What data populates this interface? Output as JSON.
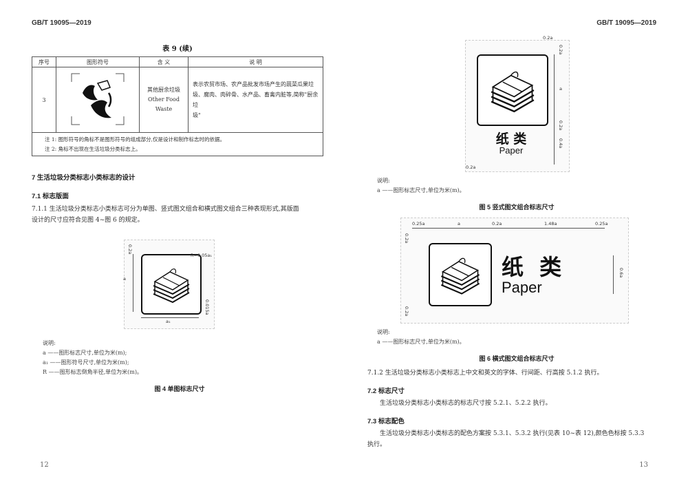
{
  "header": {
    "left": "GB/T 19095—2019",
    "right": "GB/T 19095—2019"
  },
  "page_numbers": {
    "left": "12",
    "right": "13"
  },
  "table9": {
    "caption": "表 9 (续)",
    "headers": [
      "序号",
      "图形符号",
      "含 义",
      "说 明"
    ],
    "row": {
      "no": "3",
      "meaning": [
        "其他厨余垃圾",
        "Other Food",
        "Waste"
      ],
      "desc_lines": [
        "表示农贸市场、农产品批发市场产生的蔬菜瓜果垃",
        "圾、腐肉、肉碎骨、水产品、畜禽内脏等,简称\"厨余垃",
        "圾\""
      ]
    },
    "notes": [
      "注 1: 图形符号的角标不是图形符号的组成部分,仅是设计和制作标志时的依据。",
      "注 2: 角标不出现在生活垃圾分类标志上。"
    ]
  },
  "section7": {
    "title": "7   生活垃圾分类标志小类标志的设计",
    "s71": "7.1   标志版面",
    "p711_lines": [
      "7.1.1   生活垃圾分类标志小类标志可分为单图、竖式图文组合和横式图文组合三种表现形式,其版面",
      "设计的尺寸应符合见图 4~图 6 的规定。"
    ]
  },
  "fig4": {
    "dims": {
      "top": "0.2a",
      "side": "a",
      "radius": "R=0.05a₁",
      "bottom_right": "0.015a",
      "width": "a₁"
    },
    "legend_title": "说明:",
    "legend": [
      "a ——图形标志尺寸,单位为米(m);",
      "a₁ ——图形符号尺寸,单位为米(m);",
      "R ——图形标志倒角半径,单位为米(m)。"
    ],
    "caption": "图 4   单图标志尺寸"
  },
  "fig5": {
    "dims": {
      "top": "0.2a",
      "side_a": "a",
      "side_2a": "0.2a",
      "side_4a": "0.4a",
      "side_2b": "0.2a",
      "bottom": "0.2a"
    },
    "label_cn": "纸 类",
    "label_en": "Paper",
    "legend_title": "说明:",
    "legend": [
      "a ——图形标志尺寸,单位为米(m)。"
    ],
    "caption": "图 5   竖式图文组合标志尺寸"
  },
  "fig6": {
    "dims": {
      "d1": "0.25a",
      "d2": "a",
      "d3": "0.2a",
      "d4": "1.48a",
      "d5": "0.25a",
      "left_top": "0.2a",
      "left_bottom": "0.2a",
      "right": "0.6a"
    },
    "label_cn": "纸 类",
    "label_en": "Paper",
    "legend_title": "说明:",
    "legend": [
      "a ——图形标志尺寸,单位为米(m)。"
    ],
    "caption": "图 6   横式图文组合标志尺寸"
  },
  "right_text": {
    "p712": "7.1.2   生活垃圾分类标志小类标志上中文和英文的字体、行间距、行高按 5.1.2 执行。",
    "s72": "7.2   标志尺寸",
    "p72": "生活垃圾分类标志小类标志的标志尺寸按 5.2.1、5.2.2 执行。",
    "s73": "7.3   标志配色",
    "p73_lines": [
      "生活垃圾分类标志小类标志的配色方案按 5.3.1、5.3.2 执行(见表 10~表 12),颜色色标按 5.3.3",
      "执行。"
    ]
  }
}
